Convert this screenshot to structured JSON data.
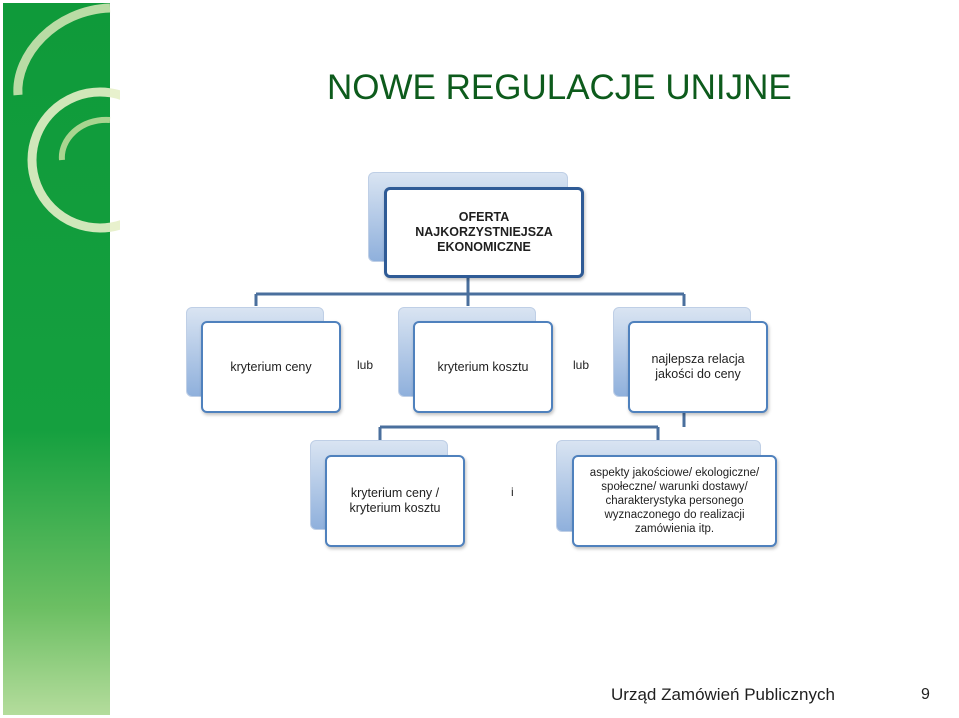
{
  "slide": {
    "title": "NOWE REGULACJE UNIJNE",
    "footer": "Urząd Zamówień Publicznych",
    "page_number": "9"
  },
  "diagram": {
    "root": "OFERTA NAJKORZYSTNIEJSZA EKONOMICZNE",
    "level1": [
      "kryterium ceny",
      "kryterium kosztu",
      "najlepsza relacja jakości do ceny"
    ],
    "level1_connectors": [
      "lub",
      "lub"
    ],
    "level2": [
      "kryterium ceny / kryterium kosztu",
      "aspekty jakościowe/ ekologiczne/ społeczne/ warunki dostawy/ charakterystyka personego wyznaczonego do realizacji zamówienia itp."
    ],
    "level2_connector": "i"
  },
  "colors": {
    "title": "#0d5b1c",
    "sidebar": "#15a03f",
    "box_border": "#4f81bd",
    "connector_line": "#4a6f9d"
  }
}
